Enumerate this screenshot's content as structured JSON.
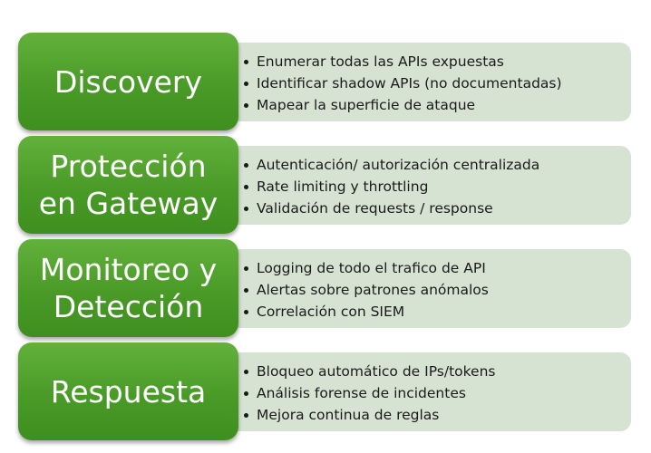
{
  "stages": [
    {
      "title": [
        "Discovery"
      ],
      "bullets": [
        "Enumerar todas las APIs expuestas",
        "Identificar shadow APIs (no documentadas)",
        "Mapear la superficie de ataque"
      ]
    },
    {
      "title": [
        "Protección",
        "en Gateway"
      ],
      "bullets": [
        "Autenticación/ autorización centralizada",
        "Rate limiting y throttling",
        "Validación de requests / response"
      ]
    },
    {
      "title": [
        "Monitoreo y",
        "Detección"
      ],
      "bullets": [
        "Logging de todo el trafico de API",
        "Alertas sobre patrones anómalos",
        "Correlación con SIEM"
      ]
    },
    {
      "title": [
        "Respuesta"
      ],
      "bullets": [
        "Bloqueo automático de IPs/tokens",
        "Análisis forense de incidentes",
        "Mejora continua de reglas"
      ]
    }
  ],
  "colors": {
    "phase_fill": "#4a9a28",
    "phase_text": "#ffffff",
    "details_fill": "#d6e3d3",
    "details_text": "#1a1a1a"
  }
}
